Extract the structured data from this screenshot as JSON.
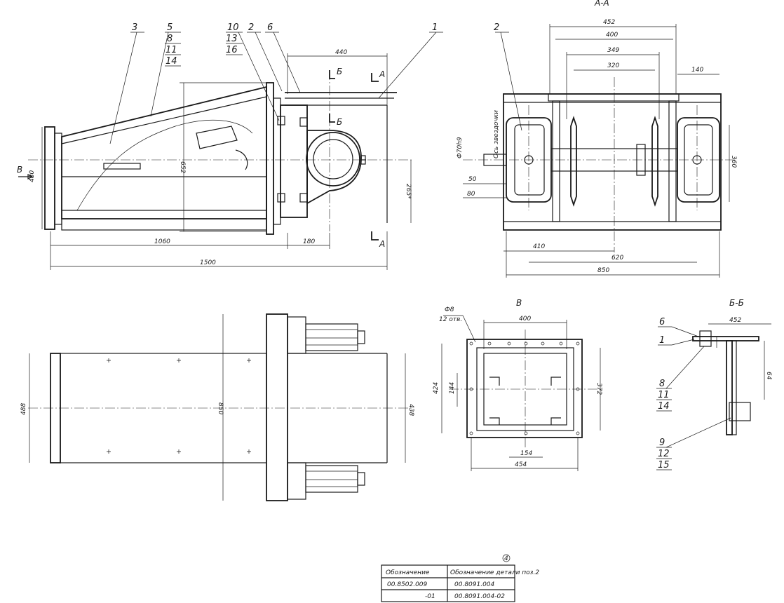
{
  "views": {
    "side": {
      "leaders": [
        "3",
        "5",
        "8",
        "11",
        "14",
        "10",
        "13",
        "16",
        "2",
        "6",
        "1"
      ],
      "dims": {
        "d440": "440",
        "d480": "480",
        "d652": "652",
        "d265": "265*",
        "d1060": "1060",
        "d180": "180",
        "d1500": "1500"
      },
      "marks": {
        "b_top": "Б",
        "b_bot": "Б",
        "a_top": "А",
        "a_bot": "А",
        "view_b": "В"
      }
    },
    "section_aa": {
      "title": "А-А",
      "leader": "2",
      "dims": {
        "d452": "452",
        "d400": "400",
        "d349": "349",
        "d320": "320",
        "d140": "140",
        "d360": "360",
        "d410": "410",
        "d620": "620",
        "d850": "850",
        "d50": "50",
        "d80": "80",
        "d70h9": "Ф70h9"
      },
      "axis_note": "Ось звездочки"
    },
    "plan": {
      "dims": {
        "d488": "488",
        "d850": "850",
        "d438": "438"
      }
    },
    "view_v": {
      "title": "В",
      "hole_note_1": "Ф8",
      "hole_note_2": "12 отв.",
      "dims": {
        "d400": "400",
        "d424": "424",
        "d144": "144",
        "d372": "372",
        "d154": "154",
        "d454": "454"
      }
    },
    "section_bb": {
      "title": "Б-Б",
      "dims": {
        "d452": "452",
        "d64": "64"
      },
      "leaders": [
        "6",
        "1",
        "8",
        "11",
        "14",
        "9",
        "12",
        "15"
      ]
    }
  },
  "title_table": {
    "headers": [
      "Обозначение",
      "Обозначение детали поз.2"
    ],
    "rows": [
      [
        "00.8502.009",
        "00.8091.004"
      ],
      [
        "-01",
        "00.8091.004-02"
      ]
    ],
    "note_mark": "4"
  }
}
